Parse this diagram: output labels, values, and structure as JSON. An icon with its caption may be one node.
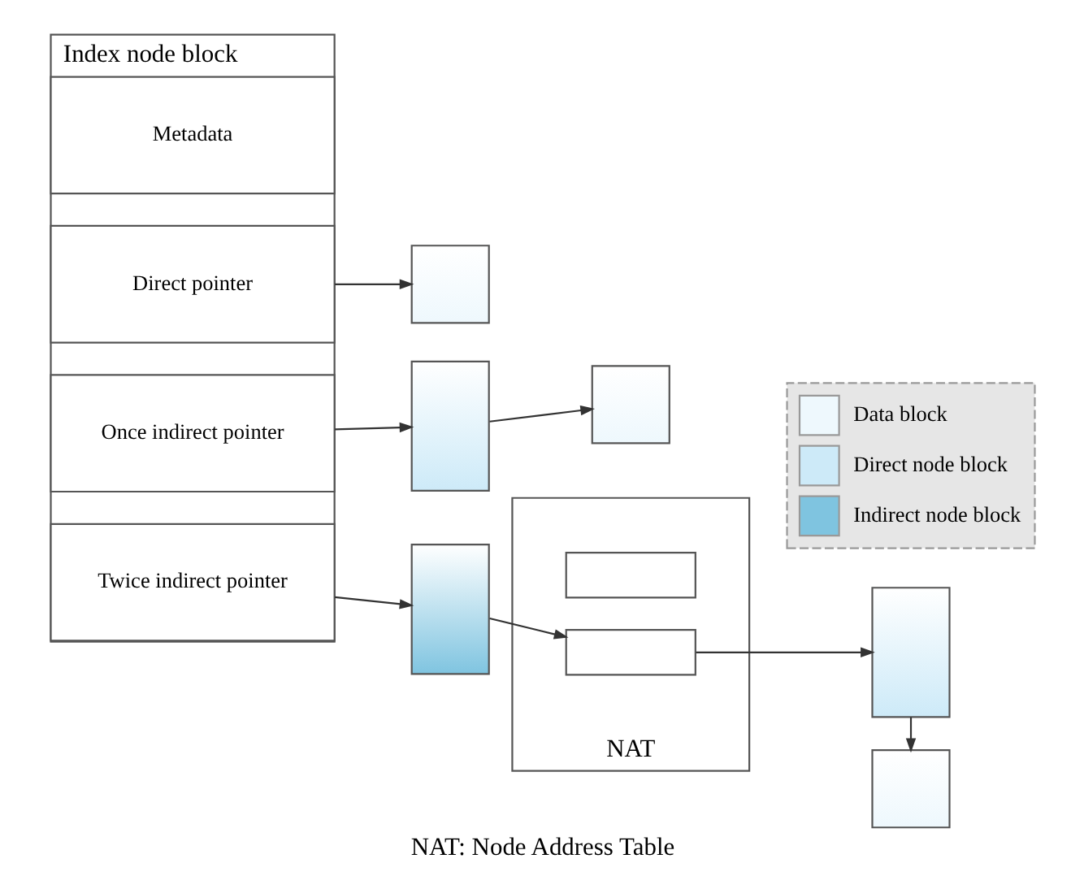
{
  "diagram": {
    "caption": "NAT: Node Address Table",
    "nodes": [
      {
        "text": [
          "Index node block"
        ]
      },
      {
        "text": [
          "Metadata"
        ],
        "in": 0
      },
      {
        "text": [
          "Direct pointer"
        ],
        "in": 0
      },
      {
        "text": [
          "Once indirect pointer"
        ],
        "in": 0
      },
      {
        "text": [
          "Twice indirect pointer"
        ],
        "in": 0
      },
      {
        "text": [],
        "shape": "box"
      },
      {
        "text": [],
        "shape": "box"
      },
      {
        "text": [],
        "shape": "box"
      },
      {
        "text": [],
        "shape": "box"
      },
      {
        "text": [
          "NAT"
        ]
      },
      {
        "text": [],
        "shape": "box",
        "in": 9
      },
      {
        "text": [],
        "shape": "box",
        "in": 9
      },
      {
        "text": [],
        "shape": "box"
      },
      {
        "text": [],
        "shape": "box"
      }
    ],
    "edges": [
      {
        "from": 2,
        "to": 5,
        "arrow": "to"
      },
      {
        "from": 3,
        "to": 6,
        "arrow": "to"
      },
      {
        "from": 6,
        "to": 7,
        "arrow": "to"
      },
      {
        "from": 4,
        "to": 8,
        "arrow": "to"
      },
      {
        "from": 8,
        "to": 11,
        "arrow": "to"
      },
      {
        "from": 11,
        "to": 12,
        "arrow": "to"
      },
      {
        "from": 12,
        "to": 13,
        "arrow": "to"
      }
    ],
    "legend": [
      {
        "text": "Data block",
        "color": "#eef8fd"
      },
      {
        "text": "Direct node block",
        "color": "#cdeaf8"
      },
      {
        "text": "Indirect node block",
        "color": "#7fc4e0"
      }
    ]
  }
}
